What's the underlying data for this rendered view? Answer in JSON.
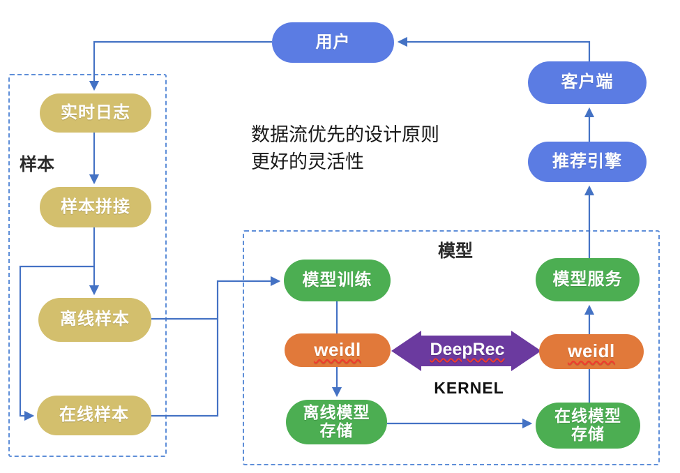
{
  "annotation": {
    "line1": "数据流优先的设计原则",
    "line2": "更好的灵活性"
  },
  "groups": {
    "sample": {
      "label": "样本"
    },
    "model": {
      "label": "模型"
    }
  },
  "nodes": {
    "user": {
      "label": "用户"
    },
    "client": {
      "label": "客户端"
    },
    "rec_engine": {
      "label": "推荐引擎"
    },
    "realtime_log": {
      "label": "实时日志"
    },
    "sample_join": {
      "label": "样本拼接"
    },
    "offline_sample": {
      "label": "离线样本"
    },
    "online_sample": {
      "label": "在线样本"
    },
    "model_training": {
      "label": "模型训练"
    },
    "weidl_left": {
      "label": "weidl"
    },
    "weidl_right": {
      "label": "weidl"
    },
    "model_serving": {
      "label": "模型服务"
    },
    "offline_model_store": {
      "label": "离线模型\n存储"
    },
    "online_model_store": {
      "label": "在线模型\n存储"
    },
    "deeprec": {
      "label": "DeepRec"
    },
    "kernel": {
      "label": "KERNEL"
    }
  },
  "colors": {
    "blue": "#5b7ce3",
    "tan": "#d3bf6d",
    "green": "#4cae52",
    "orange": "#e1793a",
    "purple": "#6b3a9f",
    "line": "#4472c4",
    "dash": "#5e8ed8"
  }
}
